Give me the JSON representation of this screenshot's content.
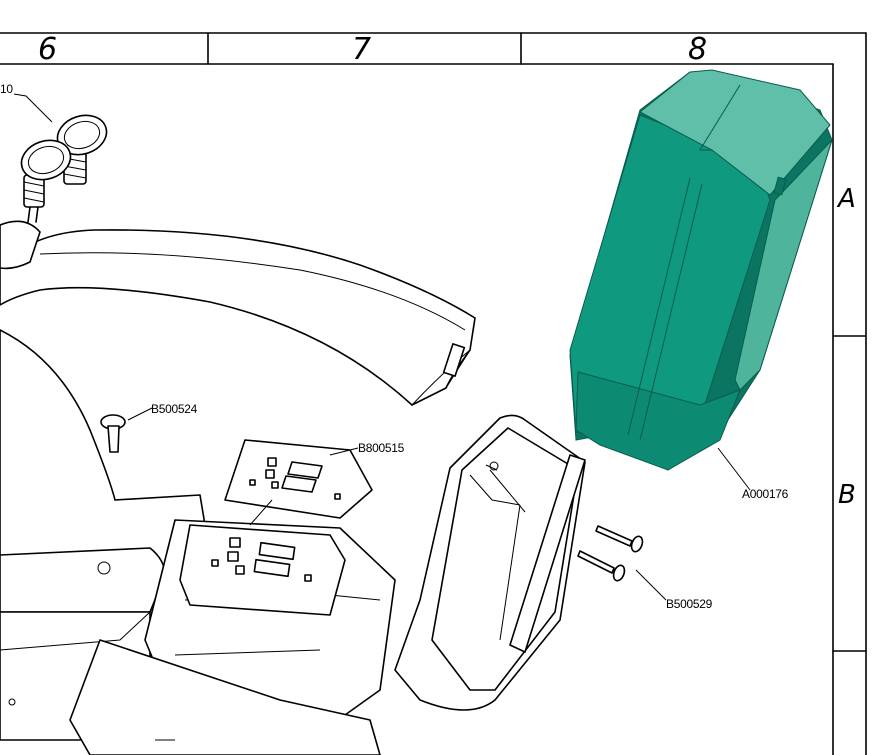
{
  "zones": {
    "columns": [
      "6",
      "7",
      "8"
    ],
    "rows": [
      "A",
      "B"
    ]
  },
  "callouts": {
    "button_part_partial": "10",
    "screw_small": "B500524",
    "label_plate": "B800515",
    "cover_part": "A000176",
    "screws_pair": "B500529"
  },
  "colors": {
    "cover_main": "#0f9a80",
    "cover_light": "#5fbfa8",
    "cover_dark": "#0b7562",
    "line": "#000000"
  }
}
